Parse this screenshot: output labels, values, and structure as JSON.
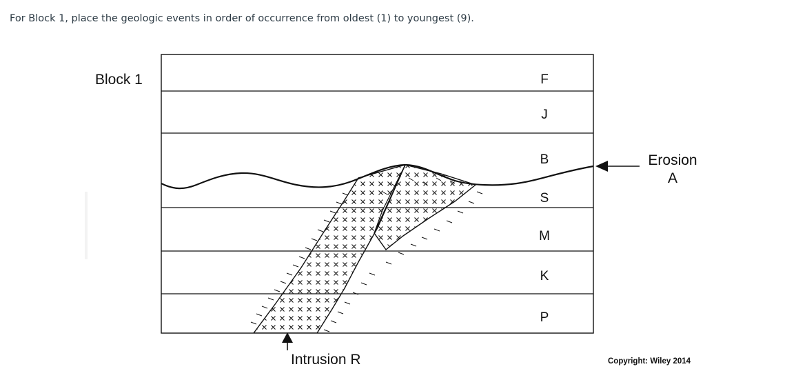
{
  "question": "For Block 1, place the geologic events in order of occurrence from oldest (1) to youngest (9).",
  "block_label": "Block 1",
  "layers": [
    "F",
    "J",
    "B",
    "S",
    "M",
    "K",
    "P"
  ],
  "erosion": {
    "line1": "Erosion",
    "line2": "A"
  },
  "intrusion_label": "Intrusion R",
  "copyright": "Copyright: Wiley 2014"
}
